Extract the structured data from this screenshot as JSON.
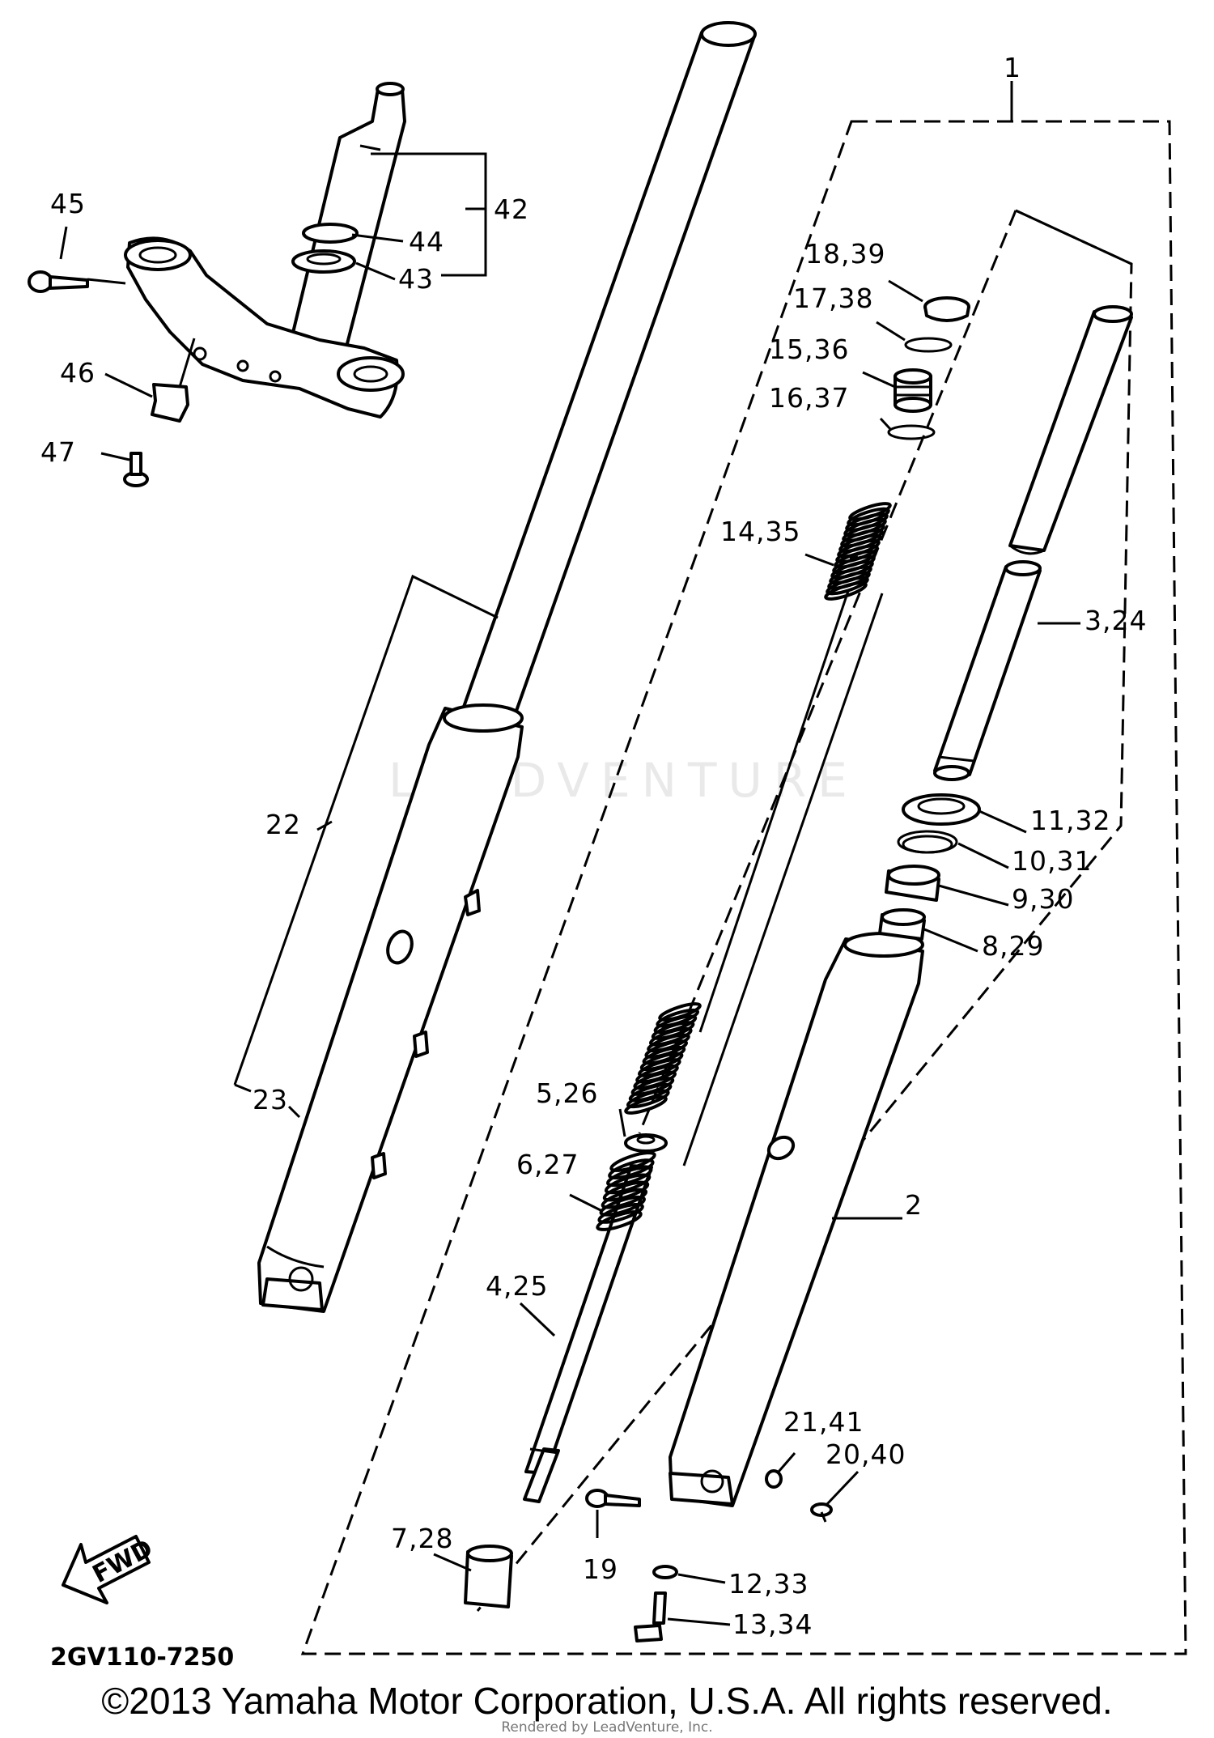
{
  "labels": {
    "l1": "1",
    "l2": "2",
    "l3": "3,24",
    "l4": "4,25",
    "l5": "5,26",
    "l6": "6,27",
    "l7": "7,28",
    "l8": "8,29",
    "l9": "9,30",
    "l10": "10,31",
    "l11": "11,32",
    "l12": "12,33",
    "l13": "13,34",
    "l14": "14,35",
    "l15": "15,36",
    "l16": "16,37",
    "l17": "17,38",
    "l18": "18,39",
    "l19": "19",
    "l20": "20,40",
    "l21": "21,41",
    "l22": "22",
    "l23": "23",
    "l42": "42",
    "l43": "43",
    "l44": "44",
    "l45": "45",
    "l46": "46",
    "l47": "47"
  },
  "fwd_label": "FWD",
  "diagram_code": "2GV110-7250",
  "copyright": "©2013 Yamaha Motor Corporation, U.S.A. All rights reserved.",
  "rendered_by": "Rendered by LeadVenture, Inc.",
  "watermark": "LEADVENTURE"
}
